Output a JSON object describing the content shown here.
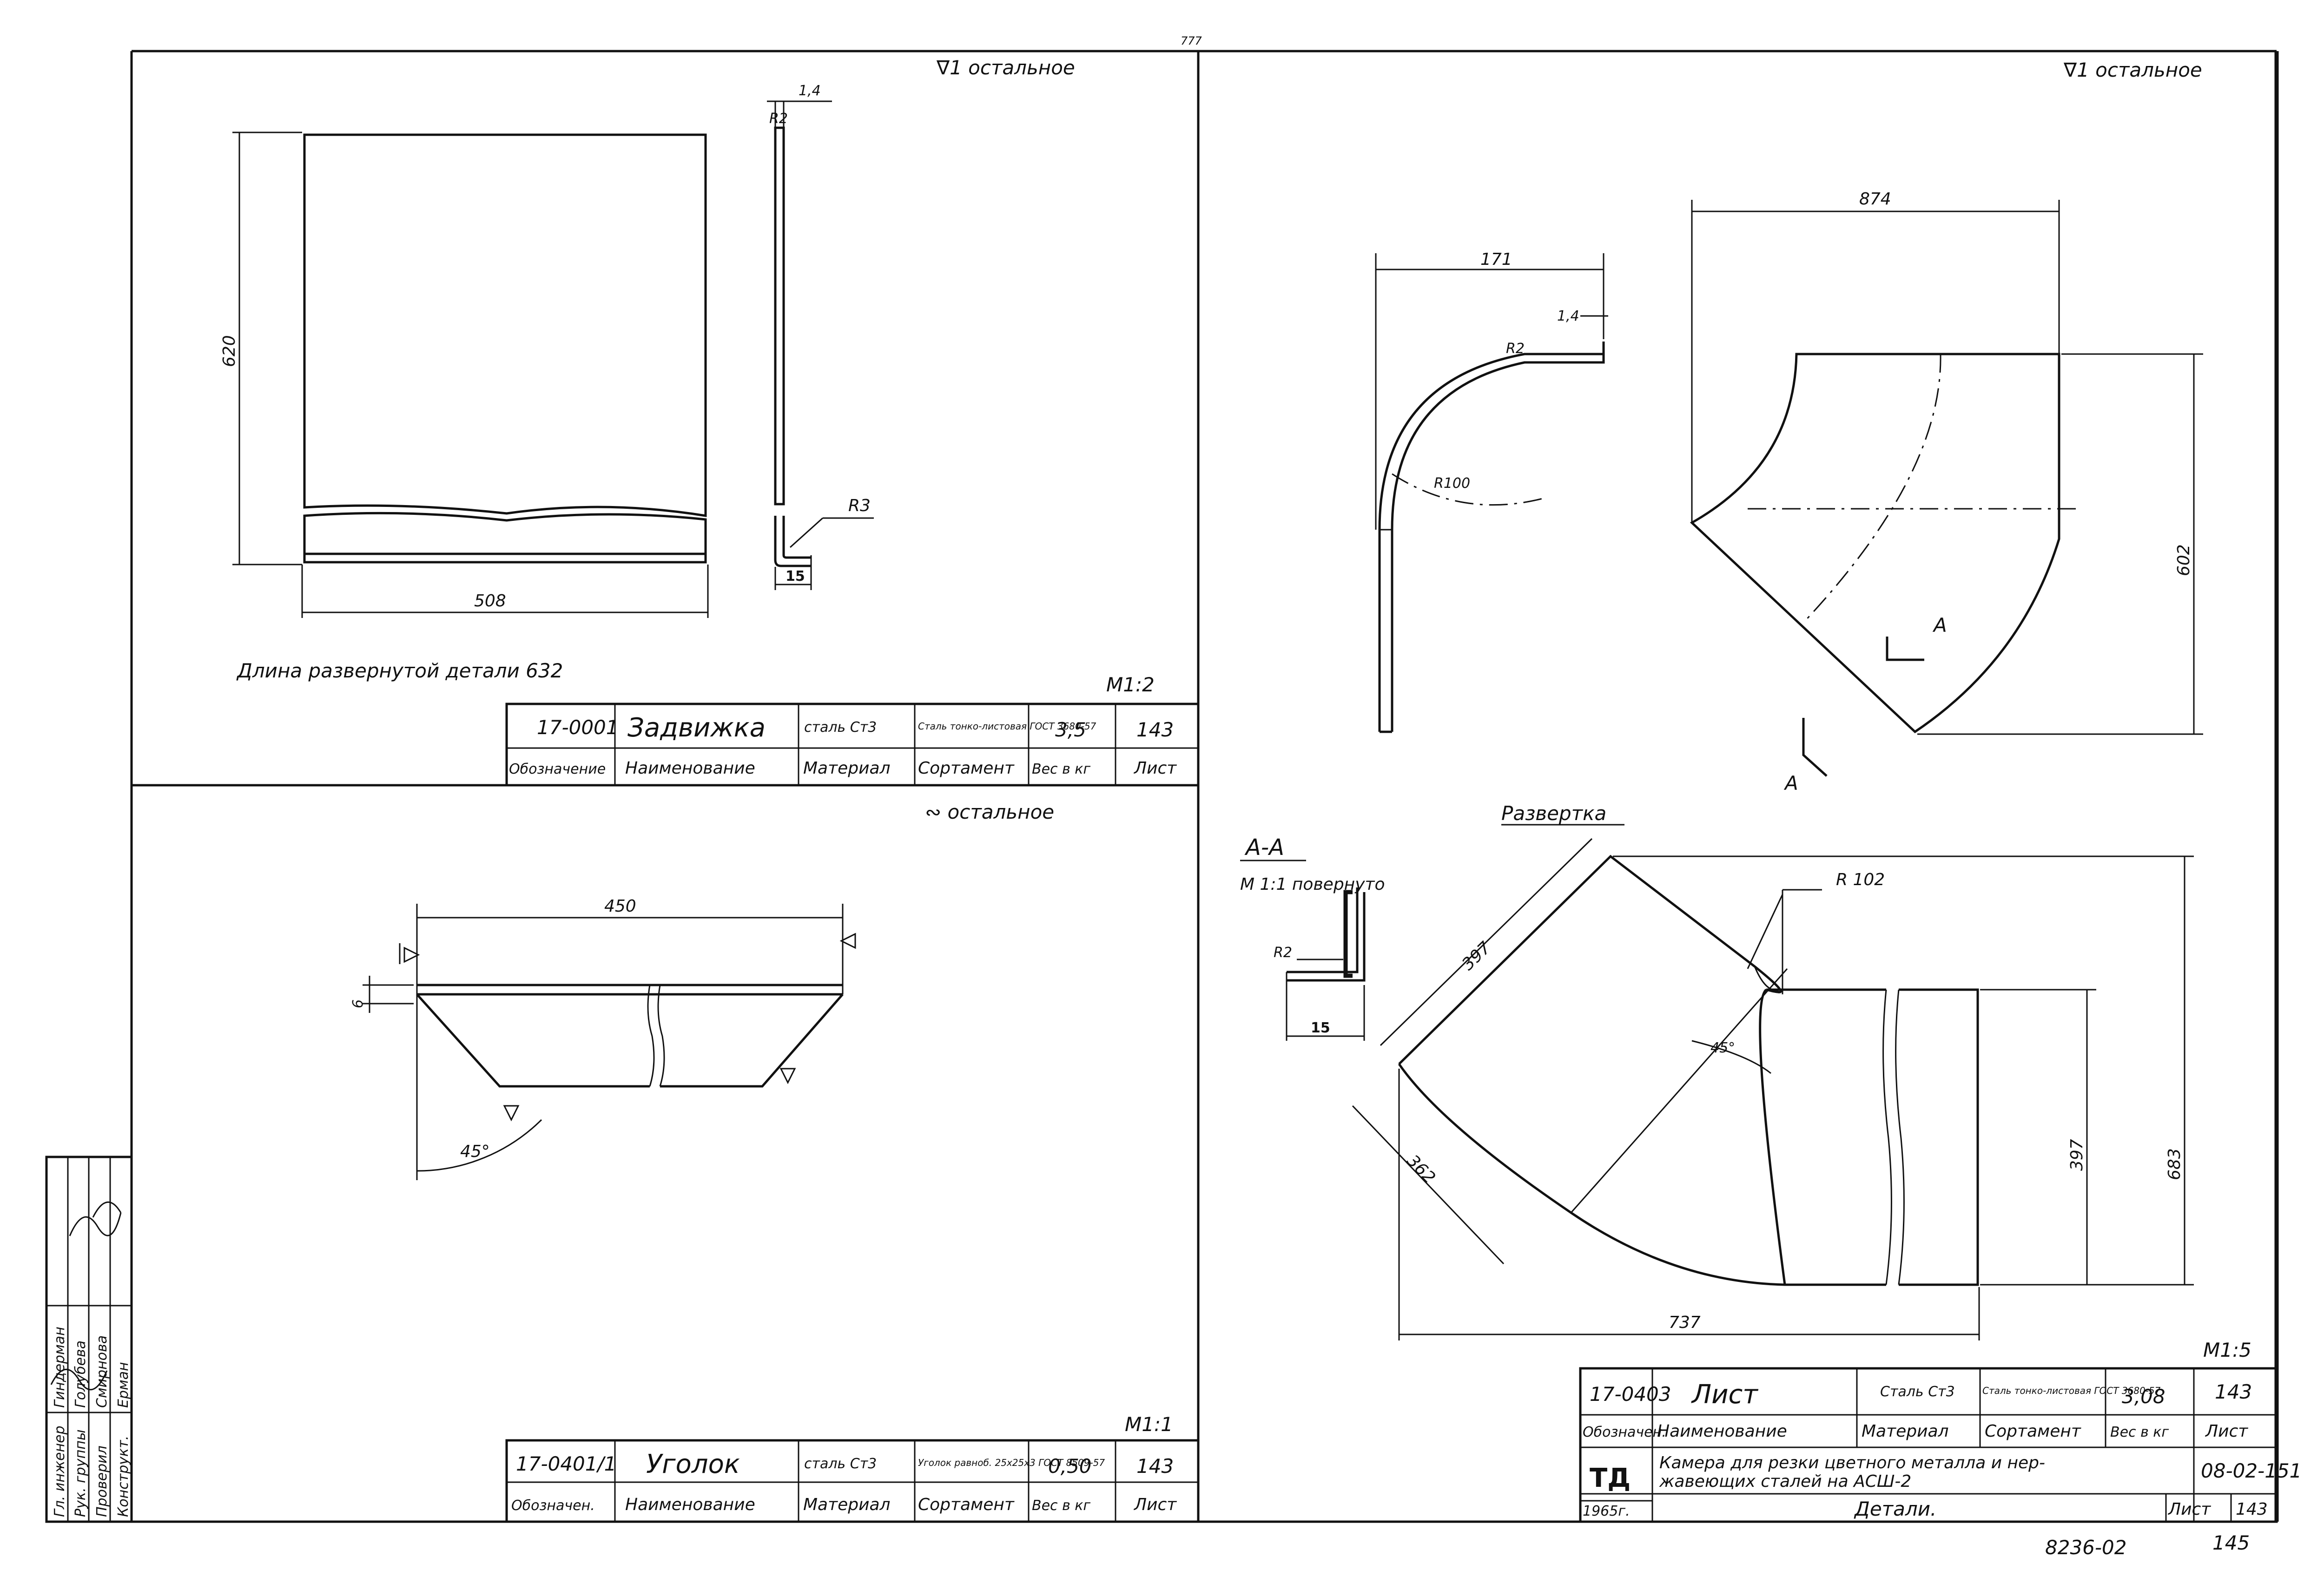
{
  "sheet_top_number": "777",
  "page_number": "145",
  "archive_number": "8236-02",
  "surface_mark_rest": "∇1 остальное",
  "surface_mark_rest_tilde": "∾ остальное",
  "part_zadvizhka": {
    "dim_height": "620",
    "dim_width": "508",
    "dim_thickness": "1,4",
    "dim_r2": "R2",
    "dim_r3": "R3",
    "dim_15": "15",
    "developed_length": "Длина развернутой детали  632",
    "scale": "М1:2",
    "title_block": {
      "designation": "17-0001",
      "name": "Задвижка",
      "material": "сталь Ст3",
      "assortment": "Сталь тонко-листовая ГОСТ 3680-57",
      "weight": "3,5",
      "sheet": "143",
      "h_designation": "Обозначение",
      "h_name": "Наименование",
      "h_material": "Материал",
      "h_assortment": "Сортамент",
      "h_weight": "Вес в кг",
      "h_sheet": "Лист"
    }
  },
  "part_ugolok": {
    "dim_length": "450",
    "dim_6": "6",
    "dim_angle": "45°",
    "scale": "М1:1",
    "title_block": {
      "designation": "17-0401/1",
      "name": "Уголок",
      "material": "сталь Ст3",
      "assortment": "Уголок равноб. 25x25x3 ГОСТ 8509-57",
      "weight": "0,50",
      "sheet": "143",
      "h_designation": "Обозначен.",
      "h_name": "Наименование",
      "h_material": "Материал",
      "h_assortment": "Сортамент",
      "h_weight": "Вес в кг",
      "h_sheet": "Лист"
    }
  },
  "part_list": {
    "dim_171": "171",
    "dim_874": "874",
    "dim_602": "602",
    "dim_r100": "R100",
    "dim_r2": "R2",
    "dim_14": "1,4",
    "section_marker": "А",
    "section_title": "А-А",
    "section_scale": "М 1:1  повернуто",
    "section_r2": "R2",
    "section_15": "15",
    "development_title": "Развертка",
    "dim_r102": "R 102",
    "dim_397a": "397",
    "dim_362": "362",
    "dim_45": "45°",
    "dim_397b": "397",
    "dim_683": "683",
    "dim_737": "737",
    "scale": "М1:5",
    "title_block": {
      "designation": "17-0403",
      "name": "Лист",
      "material": "Сталь Ст3",
      "assortment": "Сталь тонко-листовая ГОСТ 3680-57",
      "weight": "3,08",
      "sheet": "143",
      "h_designation": "Обозначен.",
      "h_name": "Наименование",
      "h_material": "Материал",
      "h_assortment": "Сортамент",
      "h_weight": "Вес в кг",
      "h_sheet": "Лист",
      "logo": "ТД",
      "year": "1965г.",
      "project_title_1": "Камера для резки цветного металла и нер-",
      "project_title_2": "жавеющих сталей на АСШ-2",
      "doc_code": "08-02-151",
      "subject": "Детали.",
      "h_sheet2": "Лист",
      "sheet2": "143"
    }
  },
  "signatures": {
    "rows": [
      {
        "role": "Гл. инженер",
        "name": "Гиндерман"
      },
      {
        "role": "Рук. группы",
        "name": "Голубева"
      },
      {
        "role": "Проверил",
        "name": "Смирнова"
      },
      {
        "role": "Конструкт.",
        "name": "Ерман"
      }
    ]
  }
}
